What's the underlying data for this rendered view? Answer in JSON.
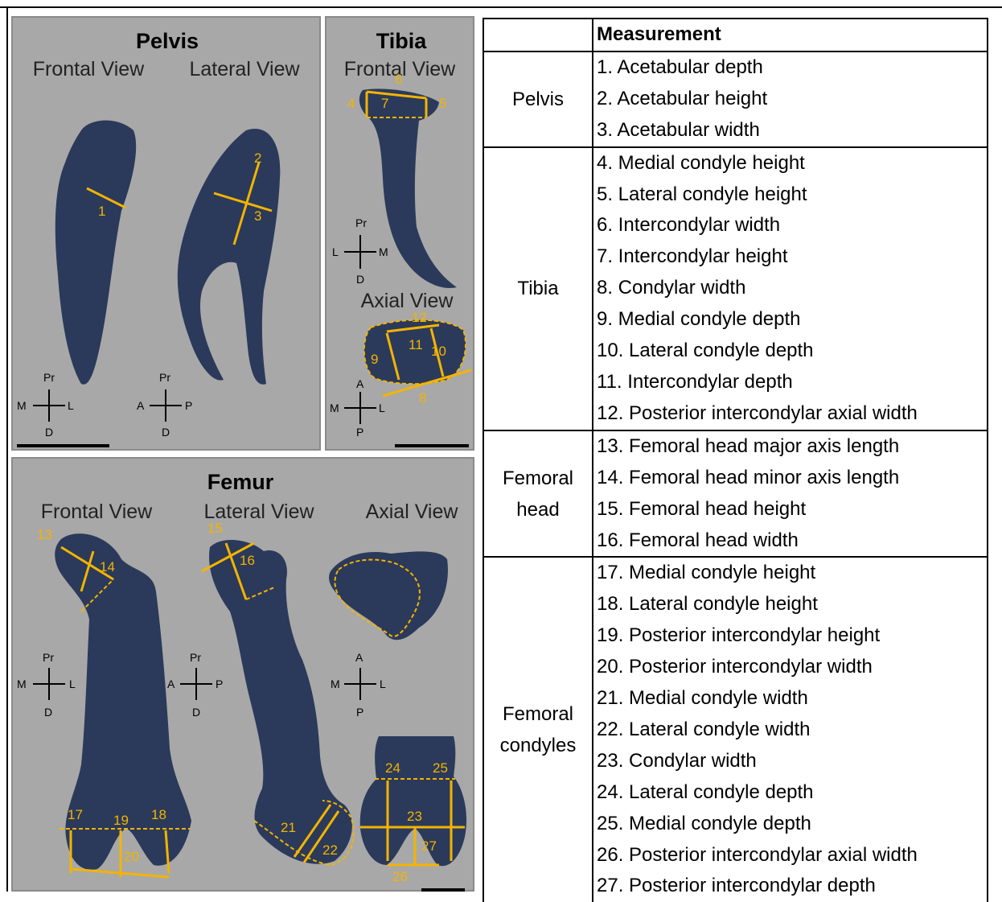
{
  "figure": {
    "pelvis": {
      "title": "Pelvis",
      "frontal": "Frontal View",
      "lateral": "Lateral View",
      "labels": [
        "1",
        "2",
        "3"
      ],
      "orient1": {
        "top": "Pr",
        "left": "M",
        "right": "L",
        "bottom": "D"
      },
      "orient2": {
        "top": "Pr",
        "left": "A",
        "right": "P",
        "bottom": "D"
      }
    },
    "tibia": {
      "title": "Tibia",
      "frontal": "Frontal View",
      "axial": "Axial View",
      "labels": [
        "4",
        "5",
        "6",
        "7",
        "8",
        "9",
        "10",
        "11",
        "12"
      ],
      "orient1": {
        "top": "Pr",
        "left": "L",
        "right": "M",
        "bottom": "D"
      },
      "orient2": {
        "top": "A",
        "left": "M",
        "right": "L",
        "bottom": "P"
      }
    },
    "femur": {
      "title": "Femur",
      "frontal": "Frontal View",
      "lateral": "Lateral View",
      "axial": "Axial View",
      "labels": [
        "13",
        "14",
        "15",
        "16",
        "17",
        "18",
        "19",
        "20",
        "21",
        "22",
        "23",
        "24",
        "25",
        "26",
        "27"
      ],
      "orient1": {
        "top": "Pr",
        "left": "M",
        "right": "L",
        "bottom": "D"
      },
      "orient2": {
        "top": "Pr",
        "left": "A",
        "right": "P",
        "bottom": "D"
      },
      "orient3": {
        "top": "A",
        "left": "M",
        "right": "L",
        "bottom": "P"
      }
    }
  },
  "table": {
    "header": "Measurement",
    "groups": [
      {
        "name": "Pelvis",
        "items": [
          "1. Acetabular depth",
          "2. Acetabular height",
          "3. Acetabular width"
        ]
      },
      {
        "name": "Tibia",
        "items": [
          "4. Medial condyle height",
          "5. Lateral condyle height",
          "6. Intercondylar width",
          "7. Intercondylar height",
          "8. Condylar width",
          "9. Medial condyle depth",
          "10. Lateral condyle depth",
          "11. Intercondylar depth",
          "12. Posterior intercondylar axial width"
        ]
      },
      {
        "name": "Femoral head",
        "name_lines": [
          "Femoral",
          "head"
        ],
        "items": [
          "13. Femoral head major axis length",
          "14. Femoral head minor axis length",
          "15. Femoral head height",
          "16. Femoral head width"
        ]
      },
      {
        "name": "Femoral condyles",
        "name_lines": [
          "Femoral",
          "condyles"
        ],
        "items": [
          "17. Medial condyle height",
          "18. Lateral condyle height",
          "19. Posterior intercondylar height",
          "20. Posterior intercondylar width",
          "21. Medial condyle width",
          "22. Lateral condyle width",
          "23. Condylar width",
          "24. Lateral condyle depth",
          "25. Medial condyle depth",
          "26. Posterior intercondylar axial width",
          "27. Posterior intercondylar depth"
        ]
      }
    ]
  }
}
